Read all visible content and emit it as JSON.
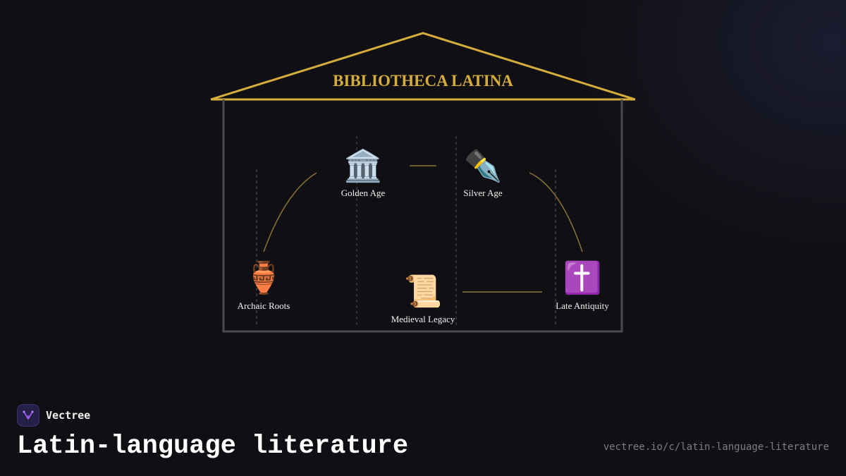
{
  "diagram": {
    "title": "BIBLIOTHECA LATINA",
    "nodes": {
      "archaic": {
        "label": "Archaic Roots",
        "icon": "🏺",
        "icon_name": "amphora-icon"
      },
      "golden": {
        "label": "Golden Age",
        "icon": "🏛️",
        "icon_name": "classical-building-icon"
      },
      "silver": {
        "label": "Silver Age",
        "icon": "✒️",
        "icon_name": "fountain-pen-icon"
      },
      "late": {
        "label": "Late Antiquity",
        "icon": "✝️",
        "icon_name": "latin-cross-icon"
      },
      "medieval": {
        "label": "Medieval Legacy",
        "icon": "📜",
        "icon_name": "scroll-icon"
      }
    },
    "colors": {
      "accent": "#d6ac3c",
      "frame": "#4a4a4e",
      "connector": "#8a7434",
      "background": "#101014"
    }
  },
  "footer": {
    "brand_name": "Vectree",
    "title": "Latin-language literature",
    "url": "vectree.io/c/latin-language-literature"
  }
}
